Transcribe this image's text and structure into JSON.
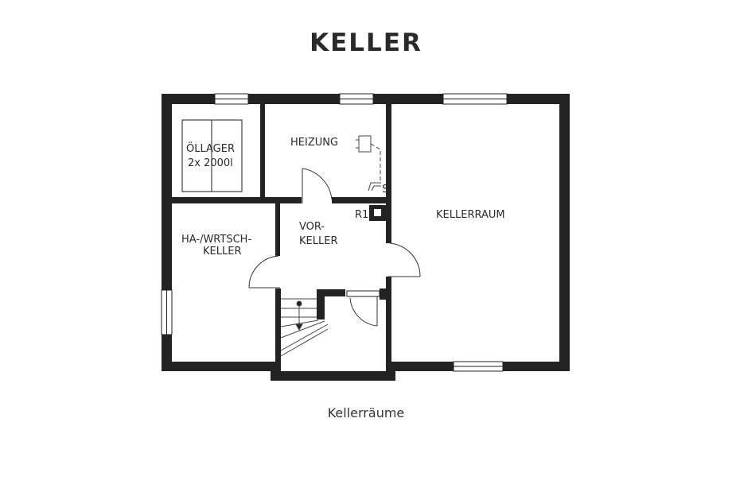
{
  "title": "KELLER",
  "caption": "Kellerräume",
  "colors": {
    "wall": "#222222",
    "background": "#ffffff",
    "text": "#2a2a2a"
  },
  "rooms": {
    "oellager": {
      "line1": "ÖLLAGER",
      "line2": "2x 2000l"
    },
    "heizung": {
      "label": "HEIZUNG"
    },
    "kellerraum": {
      "label": "KELLERRAUM"
    },
    "hauswirtschaft": {
      "line1": "HA-/WRTSCH-",
      "line2": "KELLER"
    },
    "vorkeller": {
      "line1": "VOR-",
      "line2": "KELLER"
    }
  },
  "symbols": {
    "chimney": {
      "label": "R1"
    },
    "boiler": {
      "icon": "boiler-icon"
    },
    "stairs": {
      "icon": "stairs-down-icon"
    }
  }
}
